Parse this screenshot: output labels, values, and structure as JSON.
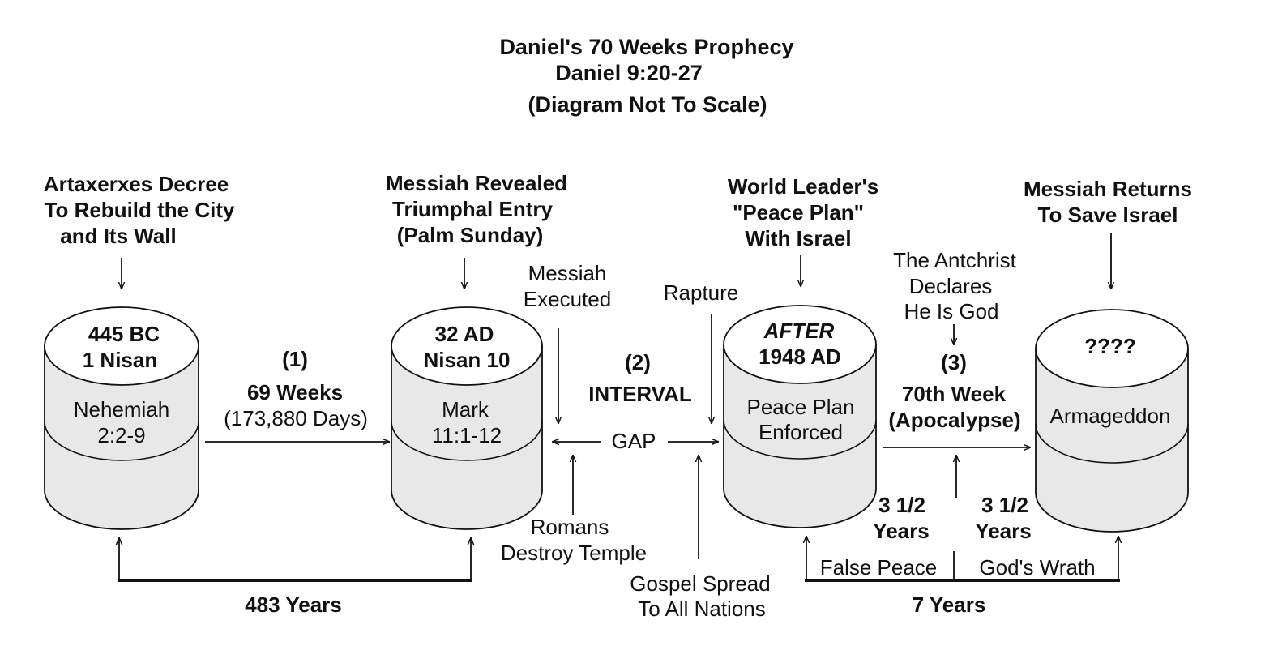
{
  "title": {
    "line1": "Daniel's 70 Weeks Prophecy",
    "line2": "Daniel 9:20-27",
    "line3": "(Diagram Not To Scale)"
  },
  "colors": {
    "cylinder_fill": "#e8e8e8",
    "cylinder_top": "#ffffff",
    "stroke": "#111111"
  },
  "headings": {
    "artaxerxes": [
      "Artaxerxes Decree",
      "To Rebuild the City",
      "and Its Wall"
    ],
    "messiah_revealed": [
      "Messiah Revealed",
      "Triumphal Entry",
      "(Palm Sunday)"
    ],
    "world_leader": [
      "World Leader's",
      "\"Peace Plan\"",
      "With Israel"
    ],
    "messiah_returns": [
      "Messiah Returns",
      "To Save Israel"
    ]
  },
  "cylinders": {
    "c1": {
      "top": [
        "445 BC",
        "1 Nisan"
      ],
      "body": [
        "Nehemiah",
        "2:2-9"
      ]
    },
    "c2": {
      "top": [
        "32 AD",
        "Nisan 10"
      ],
      "body": [
        "Mark",
        "11:1-12"
      ]
    },
    "c3": {
      "top_italic": "AFTER",
      "top": "1948 AD",
      "body": [
        "Peace Plan",
        "Enforced"
      ]
    },
    "c4": {
      "top": "????",
      "body": "Armageddon"
    }
  },
  "segments": {
    "s1": {
      "num": "(1)",
      "label": "69 Weeks",
      "sub": "(173,880 Days)"
    },
    "s2": {
      "num": "(2)",
      "label": "INTERVAL",
      "gap": "GAP"
    },
    "s3": {
      "num": "(3)",
      "label": "70th Week",
      "sub": "(Apocalypse)"
    }
  },
  "events": {
    "messiah_executed": [
      "Messiah",
      "Executed"
    ],
    "rapture": "Rapture",
    "romans": [
      "Romans",
      "Destroy Temple"
    ],
    "gospel": [
      "Gospel Spread",
      "To All Nations"
    ],
    "antichrist": [
      "The Antchrist",
      "Declares",
      "He Is God"
    ]
  },
  "spans": {
    "years_483": "483 Years",
    "years_7": "7 Years",
    "half1": [
      "3 1/2",
      "Years"
    ],
    "half2": [
      "3 1/2",
      "Years"
    ],
    "false_peace": "False Peace",
    "gods_wrath": "God's Wrath"
  }
}
